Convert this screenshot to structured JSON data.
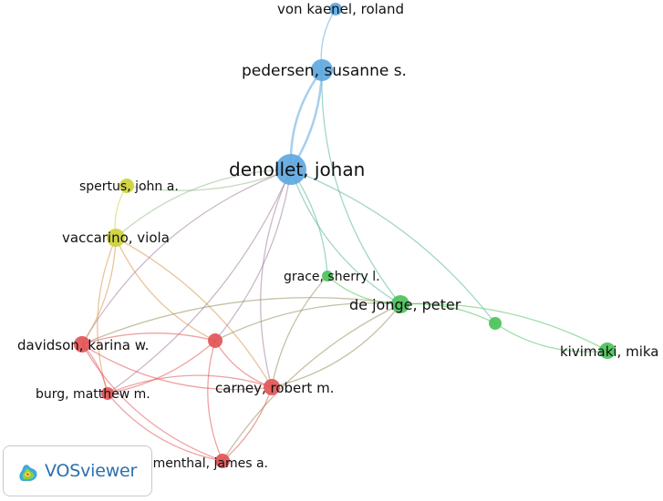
{
  "nodes": [
    {
      "id": "vonkaenel",
      "label": "von kaenel, roland",
      "cluster": "blue",
      "size": 7,
      "font": 15
    },
    {
      "id": "pedersen",
      "label": "pedersen, susanne s.",
      "cluster": "blue",
      "size": 12,
      "font": 17
    },
    {
      "id": "denollet",
      "label": "denollet, johan",
      "cluster": "blue",
      "size": 17,
      "font": 20
    },
    {
      "id": "spertus",
      "label": "spertus, john a.",
      "cluster": "yellow",
      "size": 8,
      "font": 14
    },
    {
      "id": "vaccarino",
      "label": "vaccarino, viola",
      "cluster": "yellow",
      "size": 10,
      "font": 15
    },
    {
      "id": "grace",
      "label": "grace, sherry l.",
      "cluster": "green",
      "size": 6,
      "font": 14
    },
    {
      "id": "dejonge",
      "label": "de jonge, peter",
      "cluster": "green",
      "size": 10,
      "font": 16
    },
    {
      "id": "greenhub",
      "label": "",
      "cluster": "green",
      "size": 7,
      "font": 14
    },
    {
      "id": "kivimaki",
      "label": "kivimaki, mika",
      "cluster": "green",
      "size": 9,
      "font": 15
    },
    {
      "id": "davidson",
      "label": "davidson, karina w.",
      "cluster": "red",
      "size": 9,
      "font": 15
    },
    {
      "id": "redhub",
      "label": "",
      "cluster": "red",
      "size": 8,
      "font": 14
    },
    {
      "id": "burg",
      "label": "burg, matthew m.",
      "cluster": "red",
      "size": 7,
      "font": 14
    },
    {
      "id": "carney",
      "label": "carney, robert m.",
      "cluster": "red",
      "size": 9,
      "font": 15
    },
    {
      "id": "blumenthal",
      "label": "blumenthal, james a.",
      "cluster": "red",
      "size": 8,
      "font": 14
    }
  ],
  "edges": [
    [
      "vonkaenel",
      "pedersen"
    ],
    [
      "pedersen",
      "denollet"
    ],
    [
      "pedersen",
      "denollet"
    ],
    [
      "denollet",
      "spertus"
    ],
    [
      "denollet",
      "vaccarino"
    ],
    [
      "denollet",
      "grace"
    ],
    [
      "denollet",
      "dejonge"
    ],
    [
      "denollet",
      "greenhub"
    ],
    [
      "denollet",
      "davidson"
    ],
    [
      "denollet",
      "redhub"
    ],
    [
      "denollet",
      "carney"
    ],
    [
      "denollet",
      "burg"
    ],
    [
      "spertus",
      "vaccarino"
    ],
    [
      "vaccarino",
      "davidson"
    ],
    [
      "vaccarino",
      "redhub"
    ],
    [
      "vaccarino",
      "carney"
    ],
    [
      "vaccarino",
      "burg"
    ],
    [
      "davidson",
      "redhub"
    ],
    [
      "davidson",
      "carney"
    ],
    [
      "davidson",
      "burg"
    ],
    [
      "davidson",
      "blumenthal"
    ],
    [
      "davidson",
      "dejonge"
    ],
    [
      "redhub",
      "carney"
    ],
    [
      "redhub",
      "burg"
    ],
    [
      "redhub",
      "blumenthal"
    ],
    [
      "redhub",
      "dejonge"
    ],
    [
      "carney",
      "burg"
    ],
    [
      "carney",
      "blumenthal"
    ],
    [
      "carney",
      "dejonge"
    ],
    [
      "carney",
      "grace"
    ],
    [
      "burg",
      "blumenthal"
    ],
    [
      "blumenthal",
      "dejonge"
    ],
    [
      "grace",
      "dejonge"
    ],
    [
      "dejonge",
      "greenhub"
    ],
    [
      "greenhub",
      "kivimaki"
    ],
    [
      "dejonge",
      "kivimaki"
    ],
    [
      "pedersen",
      "dejonge"
    ]
  ],
  "cluster_colors": {
    "blue": "#5fa8e0",
    "yellow": "#cdd23a",
    "green": "#4cc25a",
    "red": "#e25557"
  },
  "logo": {
    "text": "VOSviewer",
    "icon": "vosviewer-heatmap-icon"
  }
}
